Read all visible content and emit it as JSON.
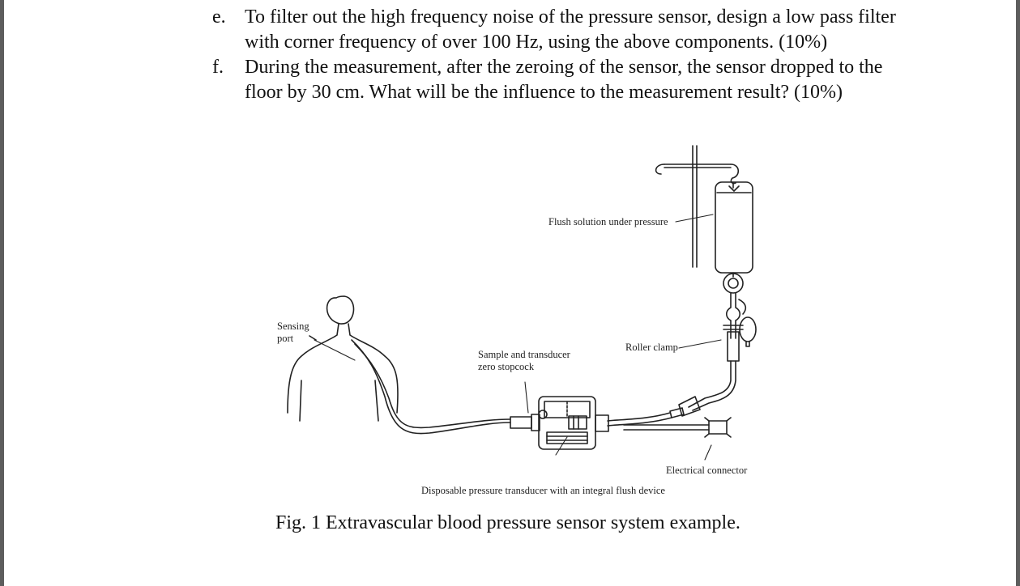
{
  "questions": [
    {
      "label": "e.",
      "text": "To filter out the high frequency noise of the pressure sensor, design a low pass filter with corner frequency of over 100 Hz, using the above components. (10%)"
    },
    {
      "label": "f.",
      "text": "During the measurement, after the zeroing of the sensor, the sensor dropped to the floor by 30 cm. What will be the influence to the measurement result? (10%)"
    }
  ],
  "figure": {
    "labels": {
      "flush": "Flush solution under pressure",
      "sensing_port": "Sensing\nport",
      "roller_clamp": "Roller clamp",
      "stopcock": "Sample and transducer\nzero stopcock",
      "electrical": "Electrical connector",
      "transducer": "Disposable pressure transducer with an integral flush device"
    },
    "caption": "Fig. 1 Extravascular blood pressure sensor system example."
  }
}
